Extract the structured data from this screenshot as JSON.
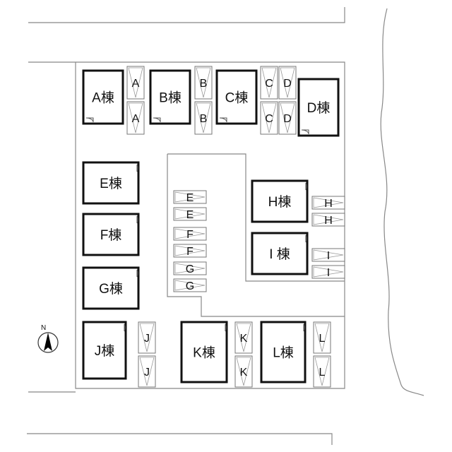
{
  "buildings": [
    {
      "id": "A",
      "label": "A棟"
    },
    {
      "id": "B",
      "label": "B棟"
    },
    {
      "id": "C",
      "label": "C棟"
    },
    {
      "id": "D",
      "label": "D棟"
    },
    {
      "id": "E",
      "label": "E棟"
    },
    {
      "id": "F",
      "label": "F棟"
    },
    {
      "id": "G",
      "label": "G棟"
    },
    {
      "id": "H",
      "label": "H棟"
    },
    {
      "id": "I",
      "label": "I 棟"
    },
    {
      "id": "J",
      "label": "J棟"
    },
    {
      "id": "K",
      "label": "K棟"
    },
    {
      "id": "L",
      "label": "L棟"
    }
  ],
  "parking": [
    {
      "label": "A"
    },
    {
      "label": "A"
    },
    {
      "label": "B"
    },
    {
      "label": "B"
    },
    {
      "label": "C"
    },
    {
      "label": "C"
    },
    {
      "label": "D"
    },
    {
      "label": "D"
    },
    {
      "label": "E"
    },
    {
      "label": "E"
    },
    {
      "label": "F"
    },
    {
      "label": "F"
    },
    {
      "label": "G"
    },
    {
      "label": "G"
    },
    {
      "label": "H"
    },
    {
      "label": "H"
    },
    {
      "label": "I"
    },
    {
      "label": "I"
    },
    {
      "label": "J"
    },
    {
      "label": "J"
    },
    {
      "label": "K"
    },
    {
      "label": "K"
    },
    {
      "label": "L"
    },
    {
      "label": "L"
    }
  ],
  "compass": {
    "label": "N"
  },
  "colors": {
    "line": "#888888",
    "building": "#111111",
    "text": "#111111"
  }
}
